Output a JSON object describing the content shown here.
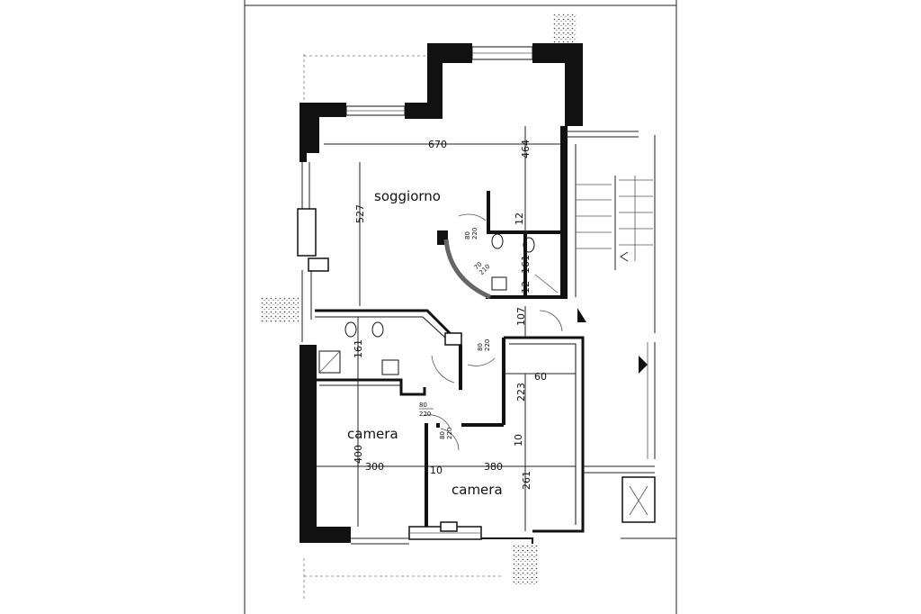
{
  "rooms": {
    "living": "soggiorno",
    "bedroom_left": "camera",
    "bedroom_right": "camera"
  },
  "dimensions": {
    "living_width": "670",
    "living_height_left": "527",
    "living_height_right": "464",
    "wall_12_top": "12",
    "bath_161_right": "161",
    "wall_12_mid": "12",
    "corridor_107": "107",
    "bath_161_left": "161",
    "dim_60": "60",
    "dim_223": "223",
    "wall_10_vertical": "10",
    "bedroom_left_height": "400",
    "bedroom_left_width": "300",
    "wall_10_horizontal": "10",
    "bedroom_right_width": "380",
    "bedroom_right_height": "261"
  },
  "doors": {
    "living_door": {
      "width": "80",
      "height": "220"
    },
    "bath_door": {
      "width": "70",
      "height": "210"
    },
    "corridor_door": {
      "width": "80",
      "height": "220"
    },
    "bedroom_left_door": {
      "width": "80",
      "height": "220"
    },
    "bedroom_right_door": {
      "width": "80",
      "height": "220"
    }
  }
}
